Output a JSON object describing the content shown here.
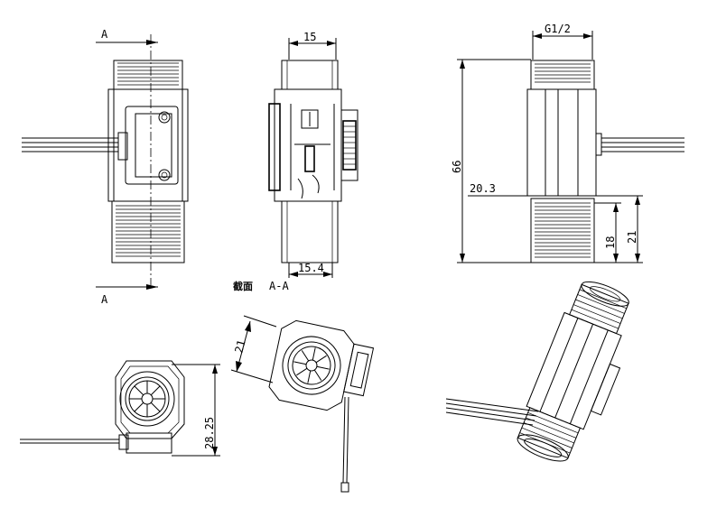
{
  "section_marker": {
    "top": "A",
    "bottom": "A"
  },
  "dimensions": {
    "width_15": "15",
    "width_15_4": "15.4",
    "thread": "G1/2",
    "height_66": "66",
    "offset_20_3": "20.3",
    "len_18": "18",
    "len_21": "21",
    "height_28_25": "28.25",
    "tilt_21": "21"
  },
  "section_label": {
    "cn": "截面",
    "code": "A-A"
  }
}
